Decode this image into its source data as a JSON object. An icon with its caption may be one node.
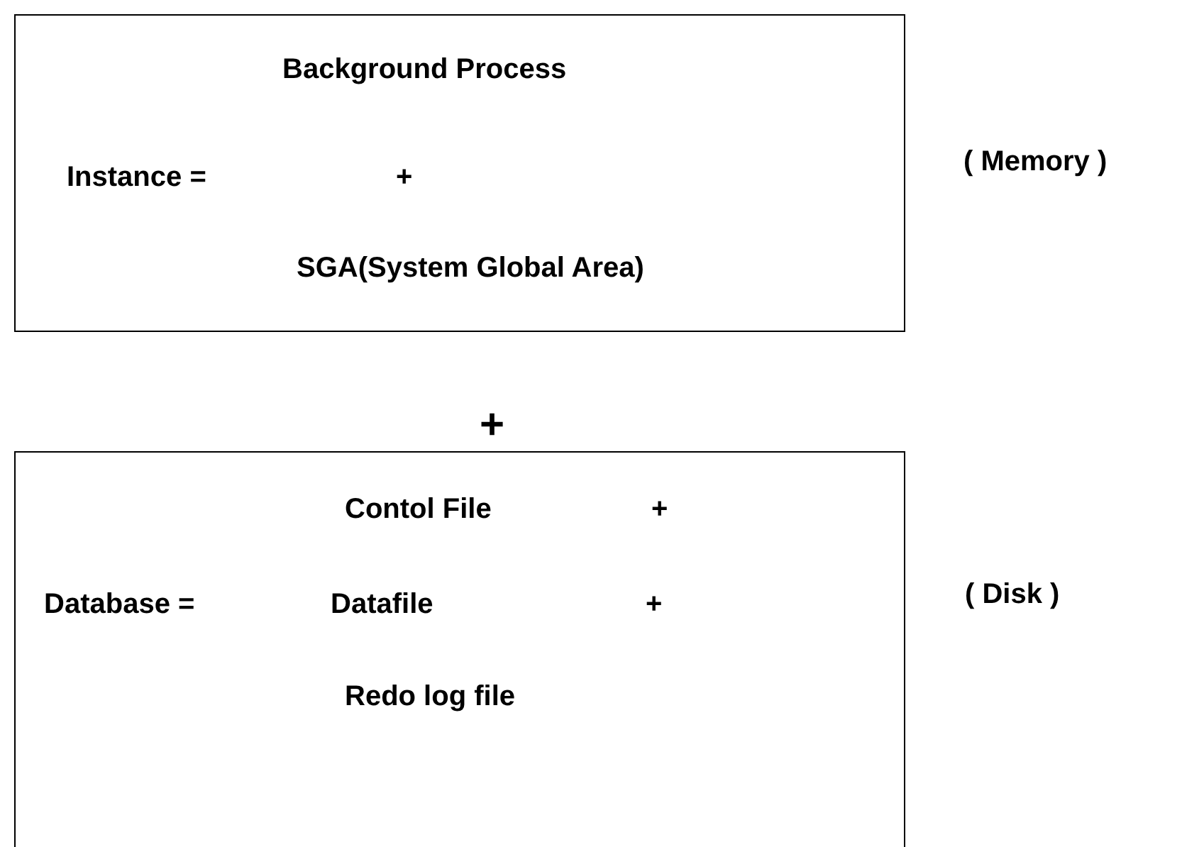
{
  "diagram": {
    "nodes": [
      {
        "text": [
          "Background Process",
          "Instance =",
          "+",
          "SGA(System Global Area)"
        ],
        "beside": [
          "( Memory )"
        ]
      },
      {
        "text": [
          "Contol File",
          "+",
          "Database =",
          "Datafile",
          "+",
          "Redo log file"
        ],
        "beside": [
          "( Disk )"
        ]
      }
    ],
    "labels": [
      "+"
    ]
  }
}
